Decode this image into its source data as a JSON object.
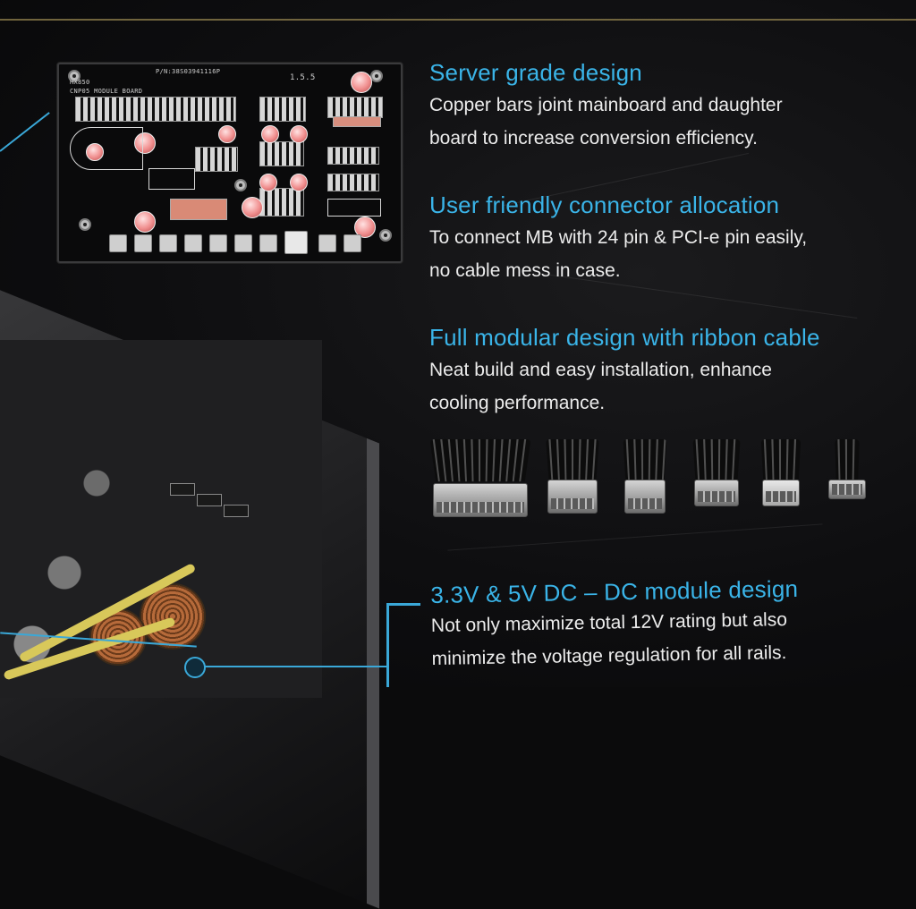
{
  "pcb": {
    "part_number": "P/N:38S03941116P",
    "board_label_1": "HX850",
    "board_label_2": "CNP05 MODULE BOARD",
    "lot_code": "1.5.5"
  },
  "features": [
    {
      "title": "Server grade design",
      "lines": [
        "Copper bars joint mainboard and daughter",
        "board to increase conversion efficiency."
      ]
    },
    {
      "title": "User friendly connector allocation",
      "lines": [
        "To connect MB with 24 pin &  PCI-e pin easily,",
        "no cable mess in case."
      ]
    },
    {
      "title": "Full modular design with ribbon cable",
      "lines": [
        "Neat build and easy installation, enhance",
        "cooling performance."
      ]
    },
    {
      "title": "3.3V & 5V DC – DC module design",
      "lines": [
        "Not only maximize total 12V rating but also",
        "minimize the voltage regulation for all rails."
      ]
    }
  ],
  "cables": [
    {
      "name": "24-pin-mb-connector"
    },
    {
      "name": "pcie-connector"
    },
    {
      "name": "eps-connector"
    },
    {
      "name": "sata-connector"
    },
    {
      "name": "molex-connector"
    },
    {
      "name": "floppy-connector"
    }
  ],
  "colors": {
    "accent": "#3ab4e8",
    "body_text": "#ececec",
    "background": "#0e0e10"
  }
}
